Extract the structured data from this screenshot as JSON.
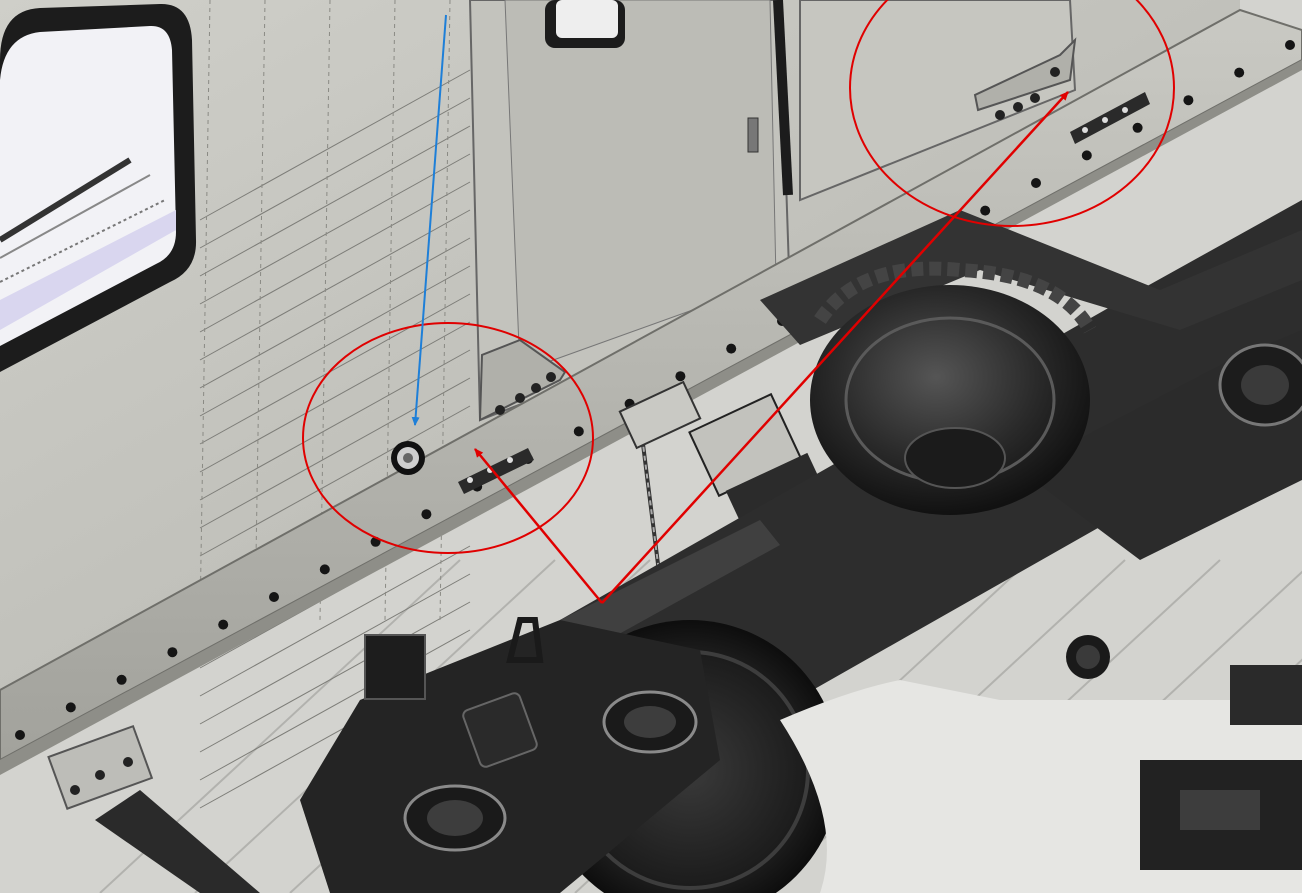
{
  "colors": {
    "body_panel": "#c8c8c2",
    "body_panel_dark": "#a9a9a3",
    "side_sill": "#bdbdb6",
    "sill_shadow": "#8e8e88",
    "window_frame": "#1c1c1c",
    "window_glass": "#f2f2f6",
    "window_glass_tint": "#d9d6ef",
    "floor_panel": "#d7d7d3",
    "floor_rib": "#b4b4b0",
    "bogie_frame": "#2d2d2d",
    "bogie_highlight": "#4a4a4a",
    "wheel": "#1a1a1a",
    "air_spring": "#262626",
    "bolt": "#151515",
    "callout_circle": "#e00000",
    "callout_arrow": "#e00000",
    "pointer_arrow": "#1e7fd8"
  },
  "annotations": {
    "circles": [
      "callout-circle-left",
      "callout-circle-right"
    ],
    "arrows": [
      "callout-arrow-to-left",
      "callout-arrow-to-right",
      "pointer-arrow-blue"
    ]
  }
}
